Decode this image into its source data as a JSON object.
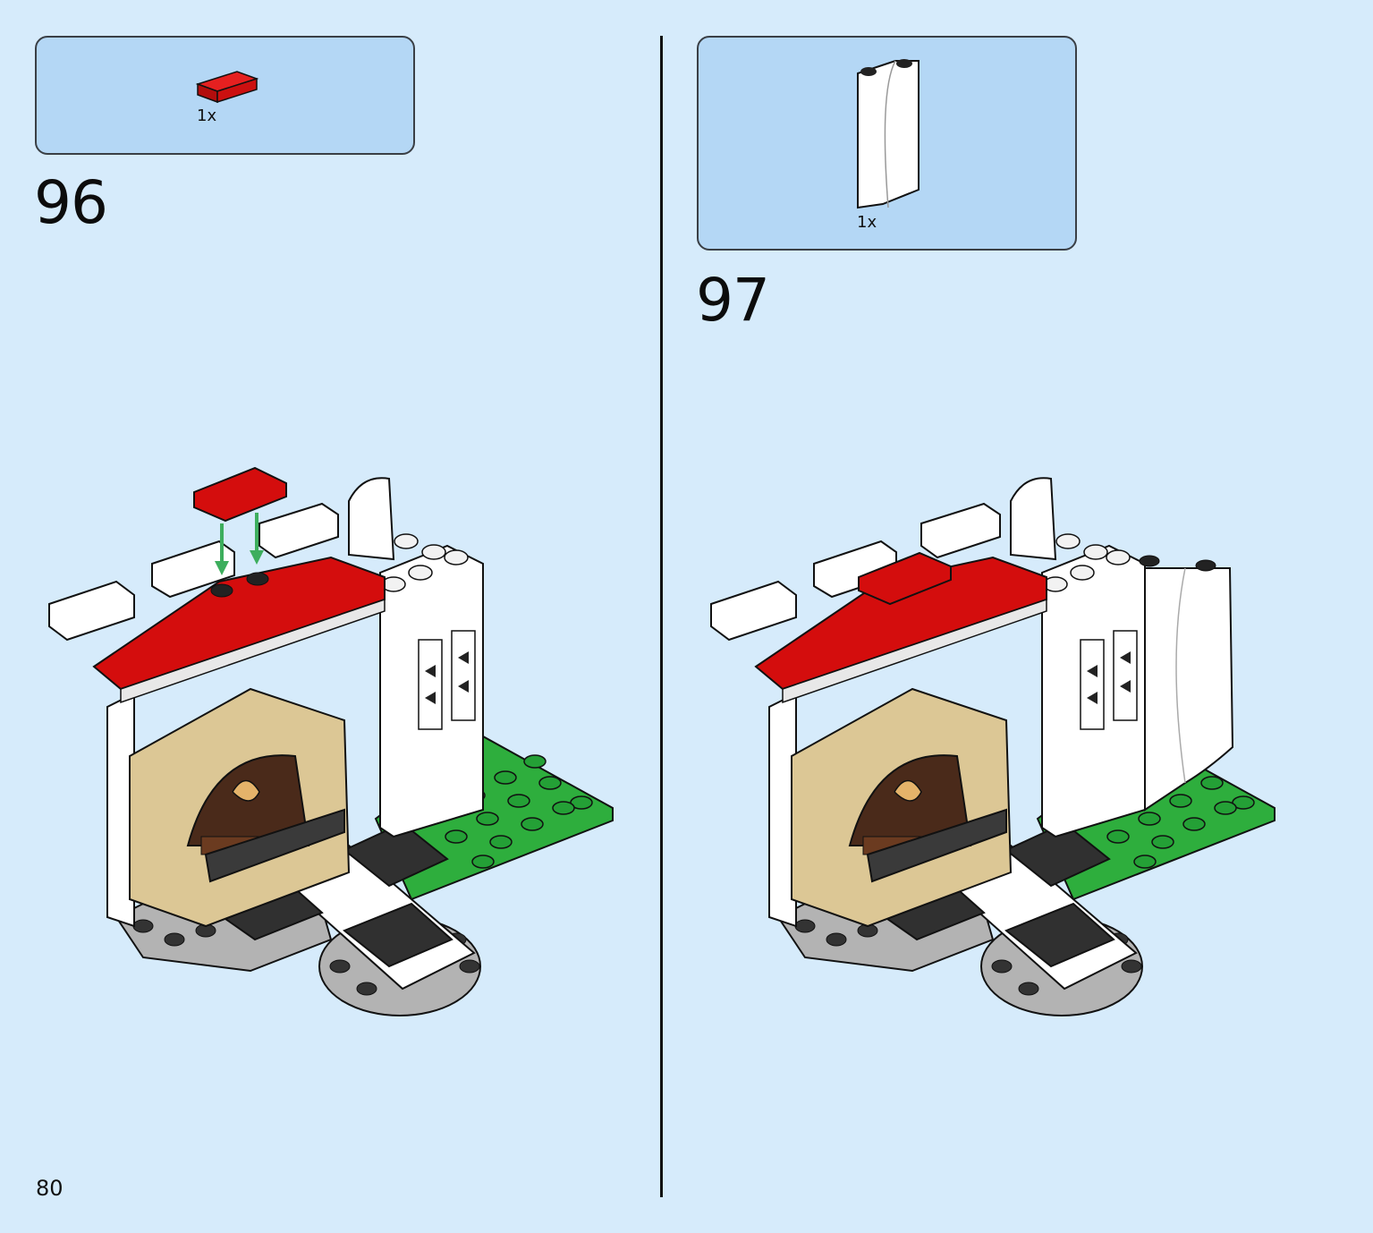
{
  "page": {
    "number": "80"
  },
  "steps": [
    {
      "number": "96",
      "parts": [
        {
          "quantity": "1x",
          "piece": "red-tile-1x2",
          "color": "#d40d0d"
        }
      ],
      "arrow_color": "#3dae5d"
    },
    {
      "number": "97",
      "parts": [
        {
          "quantity": "1x",
          "piece": "white-curved-panel",
          "color": "#ffffff"
        }
      ]
    }
  ],
  "colors": {
    "background": "#d6ebfb",
    "parts_box": "#b4d7f5",
    "roof_red": "#d40d0d",
    "tan": "#dcc795",
    "green": "#2eae3d",
    "white_brick": "#ffffff",
    "grey": "#b3b3b3",
    "dark_tile": "#303030"
  }
}
